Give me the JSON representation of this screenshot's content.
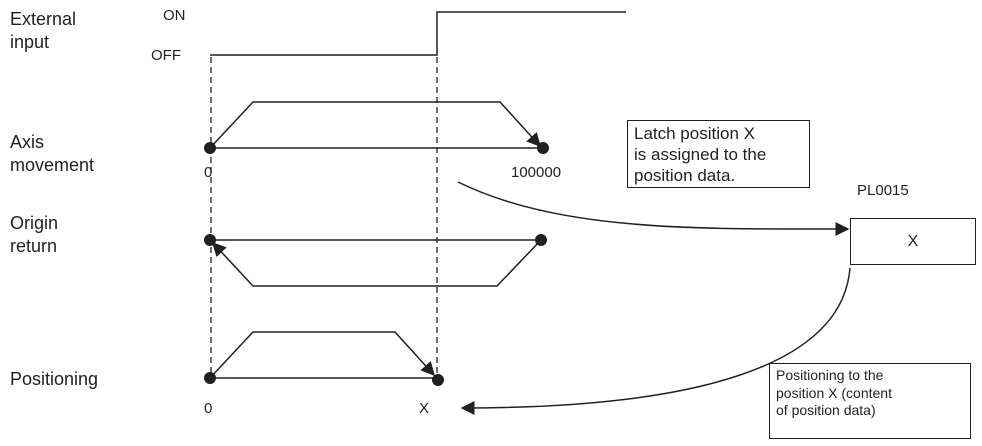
{
  "rows": {
    "external_input": [
      "External",
      "input"
    ],
    "axis_movement": [
      "Axis",
      "movement"
    ],
    "origin_return": [
      "Origin",
      "return"
    ],
    "positioning": "Positioning"
  },
  "signal": {
    "on": "ON",
    "off": "OFF"
  },
  "ticks": {
    "axis_start": "0",
    "axis_end": "100000",
    "pos_start": "0",
    "pos_end": "X"
  },
  "register": {
    "name": "PL0015",
    "value": "X"
  },
  "notes": {
    "latch": [
      "Latch position X",
      "is assigned to the",
      "position data."
    ],
    "positioning": [
      "Positioning to the",
      "position X (content",
      "of position data)"
    ]
  },
  "colors": {
    "line": "#231f20",
    "background": "#ffffff"
  }
}
